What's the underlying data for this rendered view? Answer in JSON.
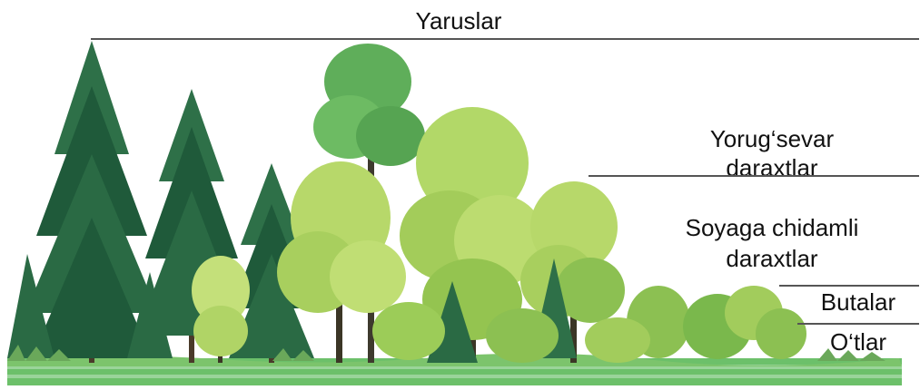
{
  "title": "Yaruslar",
  "layers": {
    "light_trees": {
      "line1": "Yorug‘sevar",
      "line2": "daraxtlar"
    },
    "shade_trees": {
      "line1": "Soyaga chidamli",
      "line2": "daraxtlar"
    },
    "shrubs": "Butalar",
    "grasses": "O‘tlar"
  },
  "colors": {
    "spruce_dark": "#1f5a3a",
    "spruce_mid": "#2e7048",
    "birch_light": "#b7d86a",
    "oak_mid": "#8cc052",
    "crown_green": "#5fae5a",
    "ground": "#6cc06a",
    "ground_stripe": "#9ad49a"
  }
}
